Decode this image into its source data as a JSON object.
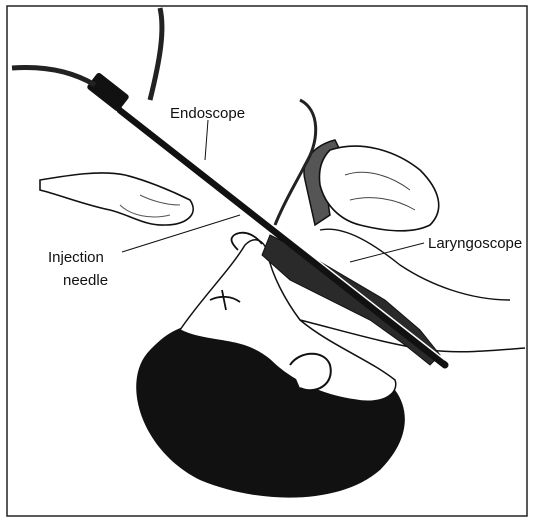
{
  "labels": {
    "endoscope": "Endoscope",
    "injection_needle_line1": "Injection",
    "injection_needle_line2": "needle",
    "laryngoscope": "Laryngoscope"
  }
}
